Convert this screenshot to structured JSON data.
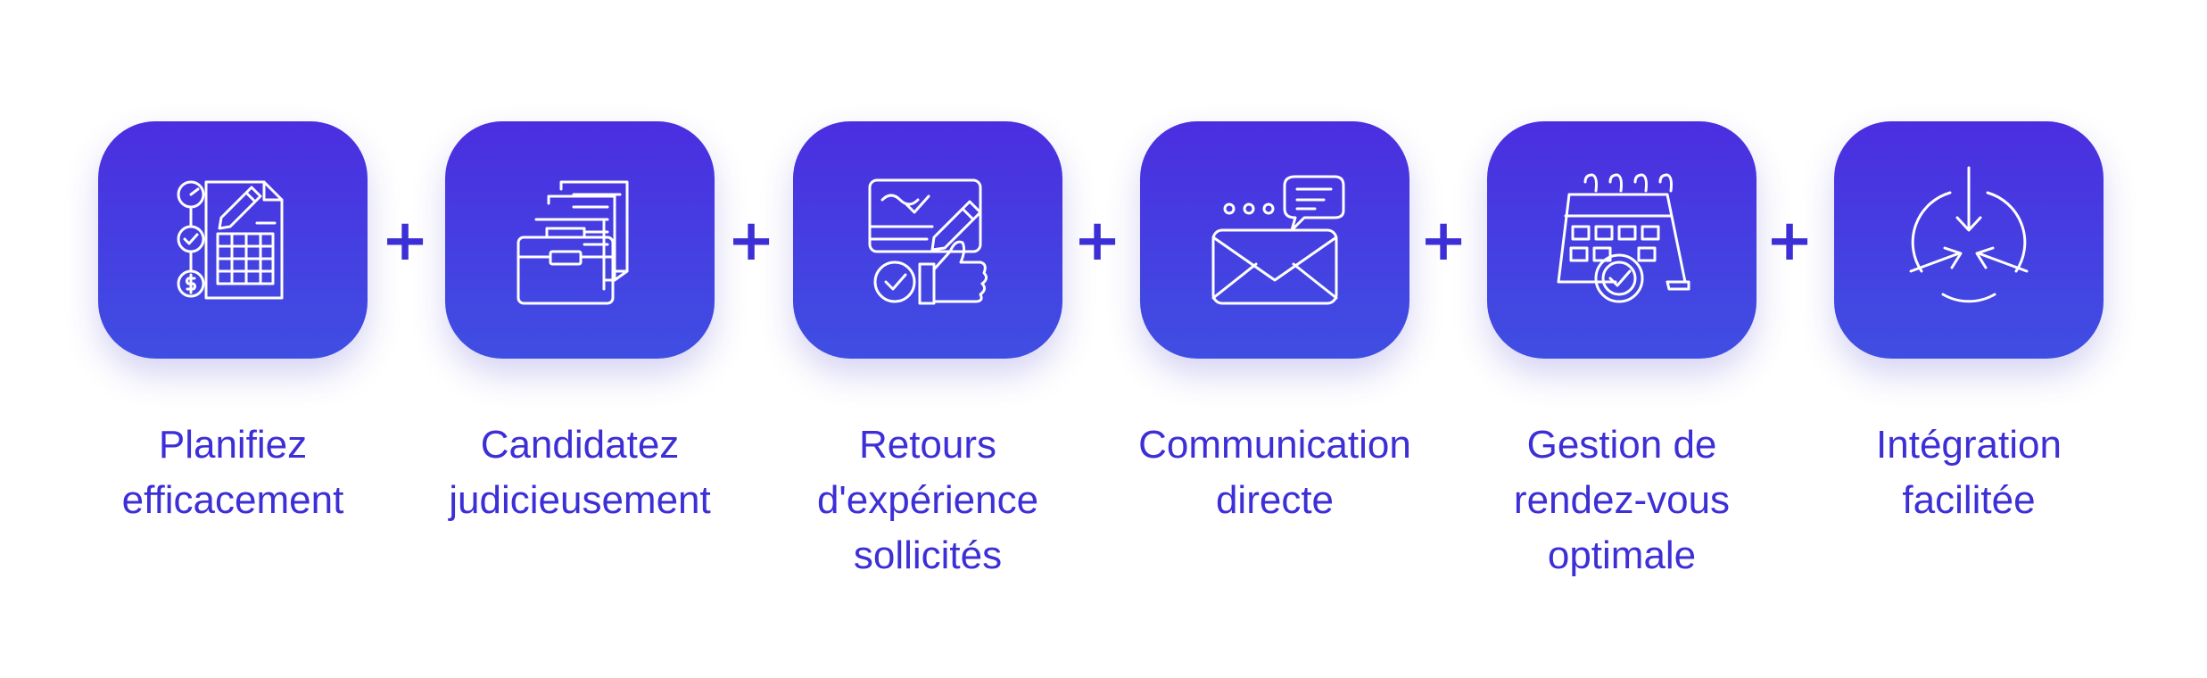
{
  "steps": [
    {
      "label": "Planifiez\nefficacement",
      "icon": "planning-document-icon"
    },
    {
      "label": "Candidatez\njudicieusement",
      "icon": "briefcase-files-icon"
    },
    {
      "label": "Retours\nd'expérience\nsollicités",
      "icon": "feedback-thumbs-up-icon"
    },
    {
      "label": "Communication\ndirecte",
      "icon": "envelope-chat-icon"
    },
    {
      "label": "Gestion de\nrendez-vous\noptimale",
      "icon": "calendar-check-icon"
    },
    {
      "label": "Intégration\nfacilitée",
      "icon": "integration-arrows-icon"
    }
  ],
  "connector": "+",
  "colors": {
    "accent": "#3d2fd6",
    "tile_top": "#4b2ee0",
    "tile_bottom": "#3f4ee2"
  }
}
